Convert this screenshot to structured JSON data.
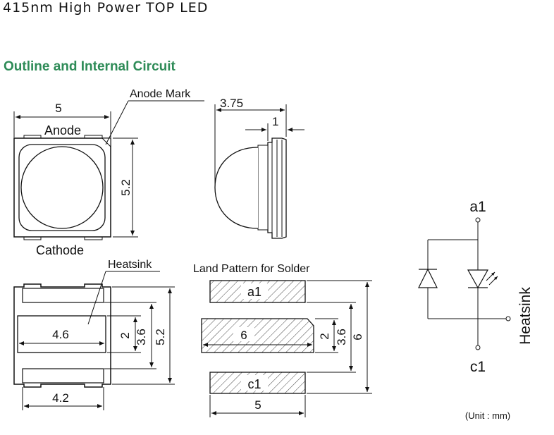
{
  "header": {
    "title": "415nm High Power TOP LED"
  },
  "section": {
    "title": "Outline and Internal Circuit"
  },
  "top_view": {
    "dim_width": "5",
    "dim_height": "5.2",
    "anode": "Anode",
    "cathode": "Cathode",
    "anode_mark": "Anode Mark"
  },
  "side_view": {
    "dim_depth": "3.75",
    "dim_base": "1"
  },
  "bottom_view": {
    "heatsink": "Heatsink",
    "dim_pad": "4.6",
    "dim_bottom": "4.2",
    "dim_gap": "2",
    "dim_inner": "3.6",
    "dim_total": "5.2"
  },
  "land_pattern": {
    "title": "Land Pattern for Solder",
    "pad_a": "a1",
    "pad_center": "6",
    "pad_c": "c1",
    "dim_width": "5",
    "dim_gap": "2",
    "dim_inner": "3.6",
    "dim_total": "6"
  },
  "circuit": {
    "anode_label": "a1",
    "cathode_label": "c1",
    "heatsink_label": "Heatsink"
  },
  "unit_note": "(Unit : mm)"
}
